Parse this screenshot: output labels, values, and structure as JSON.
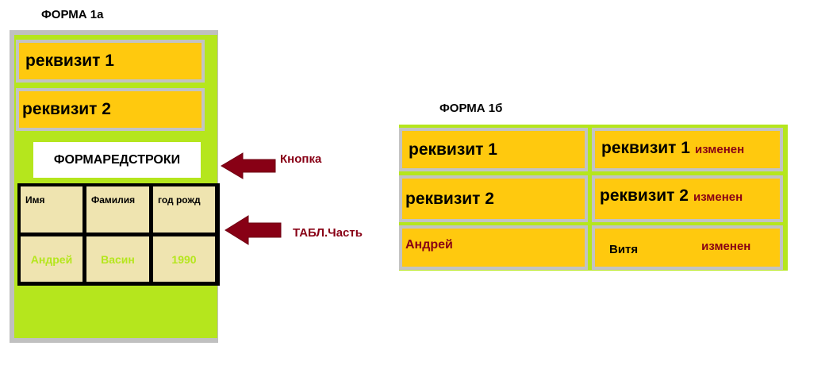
{
  "form1a": {
    "title": "ФОРМА 1а",
    "field1": "реквизит 1",
    "field2": "реквизит 2",
    "button_label": "ФОРМАРЕДСТРОКИ",
    "table": {
      "headers": [
        "Имя",
        "Фамилия",
        "год рожд"
      ],
      "row": [
        "Андрей",
        "Васин",
        "1990"
      ]
    }
  },
  "callouts": {
    "button": "Кнопка",
    "table": "ТАБЛ.Часть"
  },
  "form1b": {
    "title": "ФОРМА 1б",
    "left": {
      "field1": "реквизит 1",
      "field2": "реквизит 2",
      "name": "Андрей"
    },
    "right": {
      "field1": "реквизит 1",
      "field2": "реквизит 2",
      "name": "Витя",
      "changed": "изменен"
    }
  },
  "colors": {
    "form_bg": "#b5e61d",
    "field_bg": "#ffc90e",
    "arrow": "#880015",
    "cell_bg": "#efe4b0"
  }
}
